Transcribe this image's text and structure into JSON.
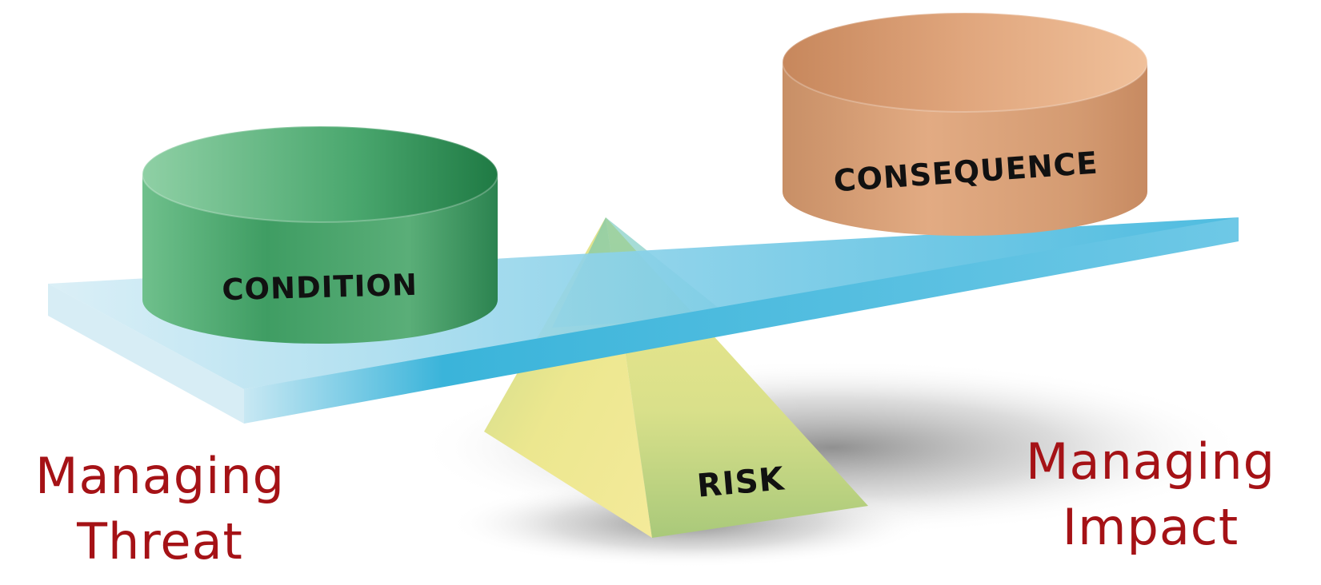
{
  "labels": {
    "condition": "CONDITION",
    "consequence": "CONSEQUENCE",
    "risk": "RISK"
  },
  "captions": {
    "left": {
      "line1": "Managing",
      "line2": "Threat"
    },
    "right": {
      "line1": "Managing",
      "line2": "Impact"
    }
  },
  "colors": {
    "caption": "#a51216",
    "condition": "#3f9a63",
    "consequence": "#d49a70",
    "beam": "#4dbfe0",
    "fulcrum": "#e8e38a"
  }
}
